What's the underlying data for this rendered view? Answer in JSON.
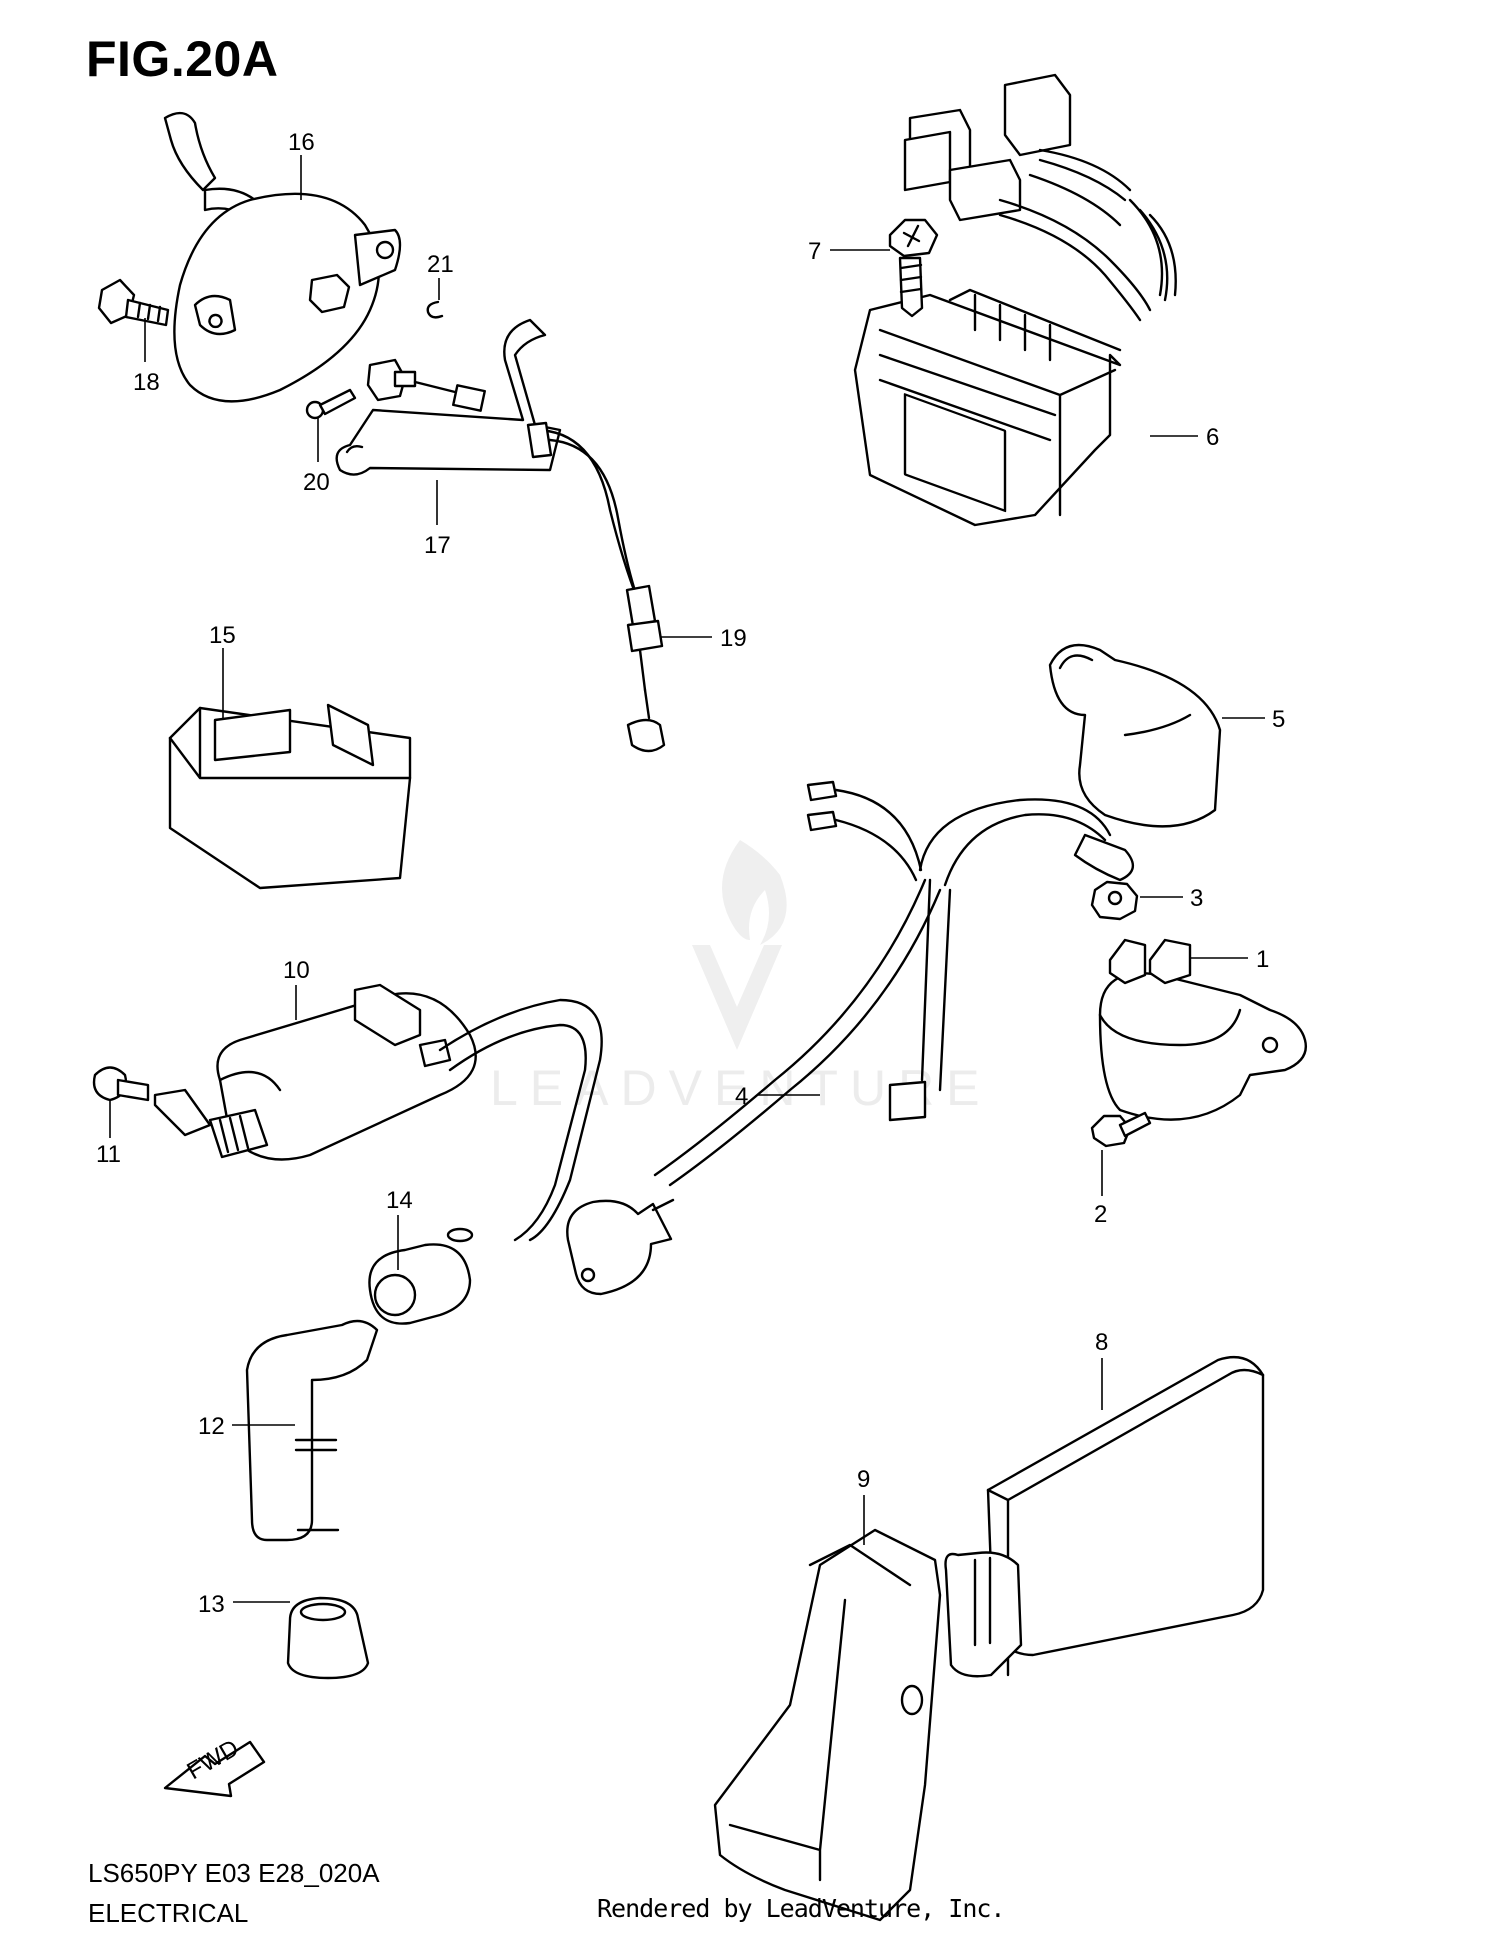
{
  "figure": {
    "title": "FIG.20A",
    "model_code": "LS650PY E03 E28_020A",
    "section_name": "ELECTRICAL",
    "rendered_by": "Rendered by LeadVenture, Inc.",
    "watermark": "LEADVENTURE",
    "direction_label": "FWD"
  },
  "callouts": [
    {
      "id": "1",
      "label": "1"
    },
    {
      "id": "2",
      "label": "2"
    },
    {
      "id": "3",
      "label": "3"
    },
    {
      "id": "4",
      "label": "4"
    },
    {
      "id": "5",
      "label": "5"
    },
    {
      "id": "6",
      "label": "6"
    },
    {
      "id": "7",
      "label": "7"
    },
    {
      "id": "8",
      "label": "8"
    },
    {
      "id": "9",
      "label": "9"
    },
    {
      "id": "10",
      "label": "10"
    },
    {
      "id": "11",
      "label": "11"
    },
    {
      "id": "12",
      "label": "12"
    },
    {
      "id": "13",
      "label": "13"
    },
    {
      "id": "14",
      "label": "14"
    },
    {
      "id": "15",
      "label": "15"
    },
    {
      "id": "16",
      "label": "16"
    },
    {
      "id": "17",
      "label": "17"
    },
    {
      "id": "18",
      "label": "18"
    },
    {
      "id": "19",
      "label": "19"
    },
    {
      "id": "20",
      "label": "20"
    },
    {
      "id": "21",
      "label": "21"
    }
  ]
}
